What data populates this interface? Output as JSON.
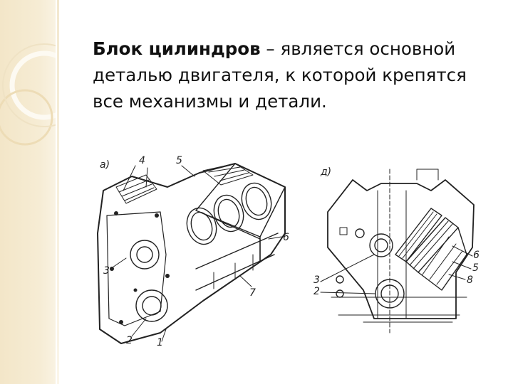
{
  "slide": {
    "heading_term": "Блок цилиндров",
    "heading_rest": " – является основной деталью двигателя, к которой крепятся все механизмы и детали."
  },
  "figure": {
    "panel_labels": [
      "а)",
      "д)"
    ],
    "callouts_left": [
      "4",
      "5",
      "6",
      "3",
      "7",
      "2",
      "1"
    ],
    "callouts_right": [
      "3",
      "2",
      "6",
      "5",
      "8"
    ]
  },
  "colors": {
    "accent": "#f3e6c8",
    "ink": "#222222"
  }
}
